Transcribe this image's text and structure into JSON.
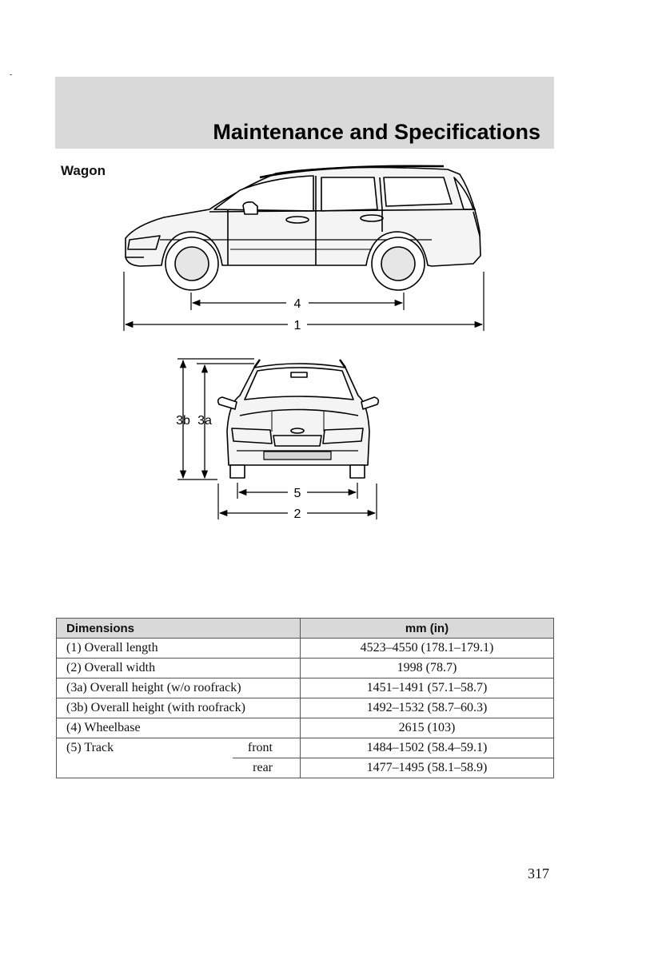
{
  "header": {
    "title": "Maintenance and Specifications"
  },
  "section": {
    "label": "Wagon"
  },
  "diagram": {
    "labels": {
      "overall_length": "1",
      "overall_width": "2",
      "height_without_roofrack": "3a",
      "height_with_roofrack": "3b",
      "wheelbase": "4",
      "track": "5"
    }
  },
  "table": {
    "headers": {
      "dimension": "Dimensions",
      "value": "mm (in)"
    },
    "rows": [
      {
        "label": "(1) Overall length",
        "value": "4523–4550 (178.1–179.1)"
      },
      {
        "label": "(2) Overall width",
        "value": "1998 (78.7)"
      },
      {
        "label": "(3a) Overall height (w/o roofrack)",
        "value": "1451–1491 (57.1–58.7)"
      },
      {
        "label": "(3b) Overall height (with roofrack)",
        "value": "1492–1532 (58.7–60.3)"
      },
      {
        "label": "(4) Wheelbase",
        "value": "2615 (103)"
      }
    ],
    "track": {
      "label": "(5) Track",
      "front_label": "front",
      "front_value": "1484–1502 (58.4–59.1)",
      "rear_label": "rear",
      "rear_value": "1477–1495 (58.1–58.9)"
    }
  },
  "footer": {
    "page_number": "317"
  }
}
